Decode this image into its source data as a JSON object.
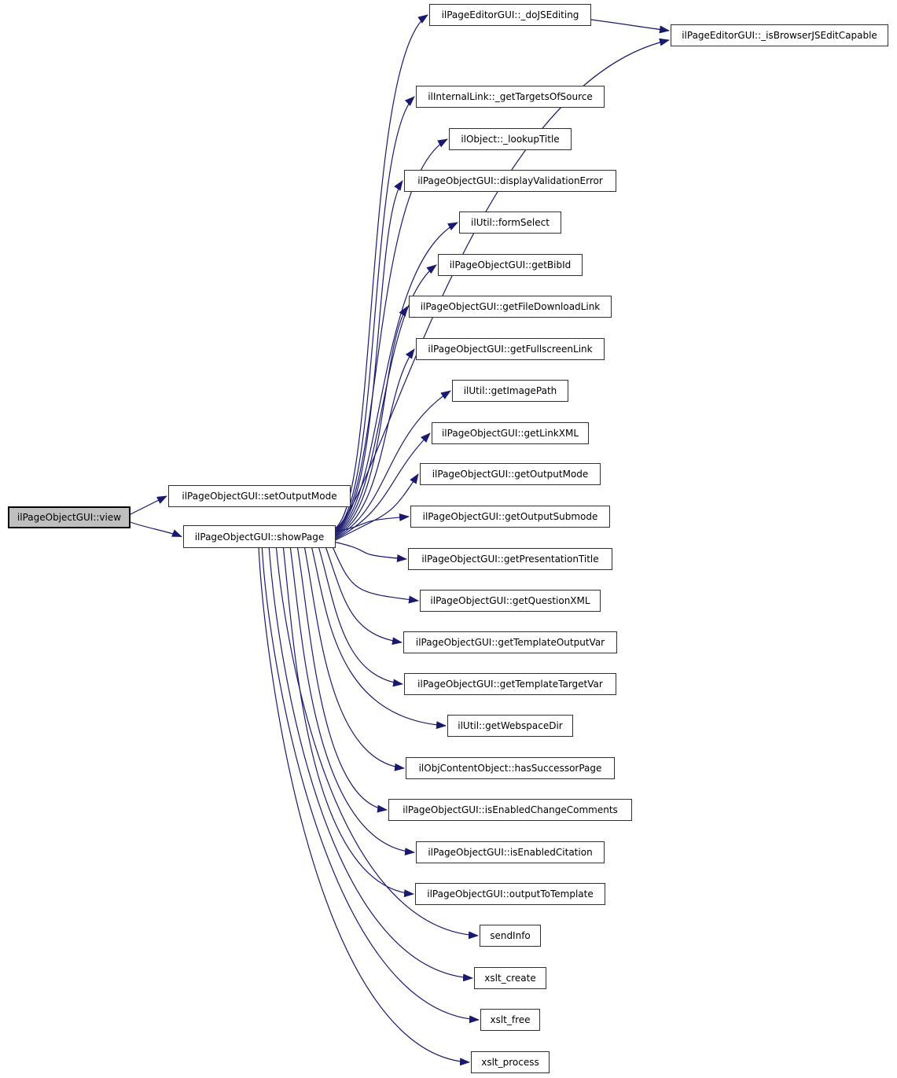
{
  "diagram": {
    "type": "call-graph"
  },
  "colors": {
    "background": "#ffffff",
    "edge": "#191970",
    "node_fill": "#ffffff",
    "node_border": "#2f2f2f",
    "highlight_fill": "#bfbfbf",
    "highlight_border": "#000000"
  },
  "nodes": {
    "view": {
      "label": "ilPageObjectGUI::view",
      "highlighted": true
    },
    "setOutputMode": {
      "label": "ilPageObjectGUI::setOutputMode"
    },
    "showPage": {
      "label": "ilPageObjectGUI::showPage"
    },
    "doJSEditing": {
      "label": "ilPageEditorGUI::_doJSEditing"
    },
    "isBrowserJSEditCapable": {
      "label": "ilPageEditorGUI::_isBrowserJSEditCapable"
    },
    "getTargetsOfSource": {
      "label": "ilInternalLink::_getTargetsOfSource"
    },
    "lookupTitle": {
      "label": "ilObject::_lookupTitle"
    },
    "displayValidationError": {
      "label": "ilPageObjectGUI::displayValidationError"
    },
    "formSelect": {
      "label": "ilUtil::formSelect"
    },
    "getBibId": {
      "label": "ilPageObjectGUI::getBibId"
    },
    "getFileDownloadLink": {
      "label": "ilPageObjectGUI::getFileDownloadLink"
    },
    "getFullscreenLink": {
      "label": "ilPageObjectGUI::getFullscreenLink"
    },
    "getImagePath": {
      "label": "ilUtil::getImagePath"
    },
    "getLinkXML": {
      "label": "ilPageObjectGUI::getLinkXML"
    },
    "getOutputMode": {
      "label": "ilPageObjectGUI::getOutputMode"
    },
    "getOutputSubmode": {
      "label": "ilPageObjectGUI::getOutputSubmode"
    },
    "getPresentationTitle": {
      "label": "ilPageObjectGUI::getPresentationTitle"
    },
    "getQuestionXML": {
      "label": "ilPageObjectGUI::getQuestionXML"
    },
    "getTemplateOutputVar": {
      "label": "ilPageObjectGUI::getTemplateOutputVar"
    },
    "getTemplateTargetVar": {
      "label": "ilPageObjectGUI::getTemplateTargetVar"
    },
    "getWebspaceDir": {
      "label": "ilUtil::getWebspaceDir"
    },
    "hasSuccessorPage": {
      "label": "ilObjContentObject::hasSuccessorPage"
    },
    "isEnabledChangeComments": {
      "label": "ilPageObjectGUI::isEnabledChangeComments"
    },
    "isEnabledCitation": {
      "label": "ilPageObjectGUI::isEnabledCitation"
    },
    "outputToTemplate": {
      "label": "ilPageObjectGUI::outputToTemplate"
    },
    "sendInfo": {
      "label": "sendInfo"
    },
    "xsltCreate": {
      "label": "xslt_create"
    },
    "xsltFree": {
      "label": "xslt_free"
    },
    "xsltProcess": {
      "label": "xslt_process"
    }
  },
  "edges": [
    {
      "from": "view",
      "to": "setOutputMode"
    },
    {
      "from": "view",
      "to": "showPage"
    },
    {
      "from": "doJSEditing",
      "to": "isBrowserJSEditCapable"
    },
    {
      "from": "showPage",
      "to": "doJSEditing"
    },
    {
      "from": "showPage",
      "to": "isBrowserJSEditCapable"
    },
    {
      "from": "showPage",
      "to": "getTargetsOfSource"
    },
    {
      "from": "showPage",
      "to": "lookupTitle"
    },
    {
      "from": "showPage",
      "to": "displayValidationError"
    },
    {
      "from": "showPage",
      "to": "formSelect"
    },
    {
      "from": "showPage",
      "to": "getBibId"
    },
    {
      "from": "showPage",
      "to": "getFileDownloadLink"
    },
    {
      "from": "showPage",
      "to": "getFullscreenLink"
    },
    {
      "from": "showPage",
      "to": "getImagePath"
    },
    {
      "from": "showPage",
      "to": "getLinkXML"
    },
    {
      "from": "showPage",
      "to": "getOutputMode"
    },
    {
      "from": "showPage",
      "to": "getOutputSubmode"
    },
    {
      "from": "showPage",
      "to": "getPresentationTitle"
    },
    {
      "from": "showPage",
      "to": "getQuestionXML"
    },
    {
      "from": "showPage",
      "to": "getTemplateOutputVar"
    },
    {
      "from": "showPage",
      "to": "getTemplateTargetVar"
    },
    {
      "from": "showPage",
      "to": "getWebspaceDir"
    },
    {
      "from": "showPage",
      "to": "hasSuccessorPage"
    },
    {
      "from": "showPage",
      "to": "isEnabledChangeComments"
    },
    {
      "from": "showPage",
      "to": "isEnabledCitation"
    },
    {
      "from": "showPage",
      "to": "outputToTemplate"
    },
    {
      "from": "showPage",
      "to": "sendInfo"
    },
    {
      "from": "showPage",
      "to": "xsltCreate"
    },
    {
      "from": "showPage",
      "to": "xsltFree"
    },
    {
      "from": "showPage",
      "to": "xsltProcess"
    }
  ]
}
